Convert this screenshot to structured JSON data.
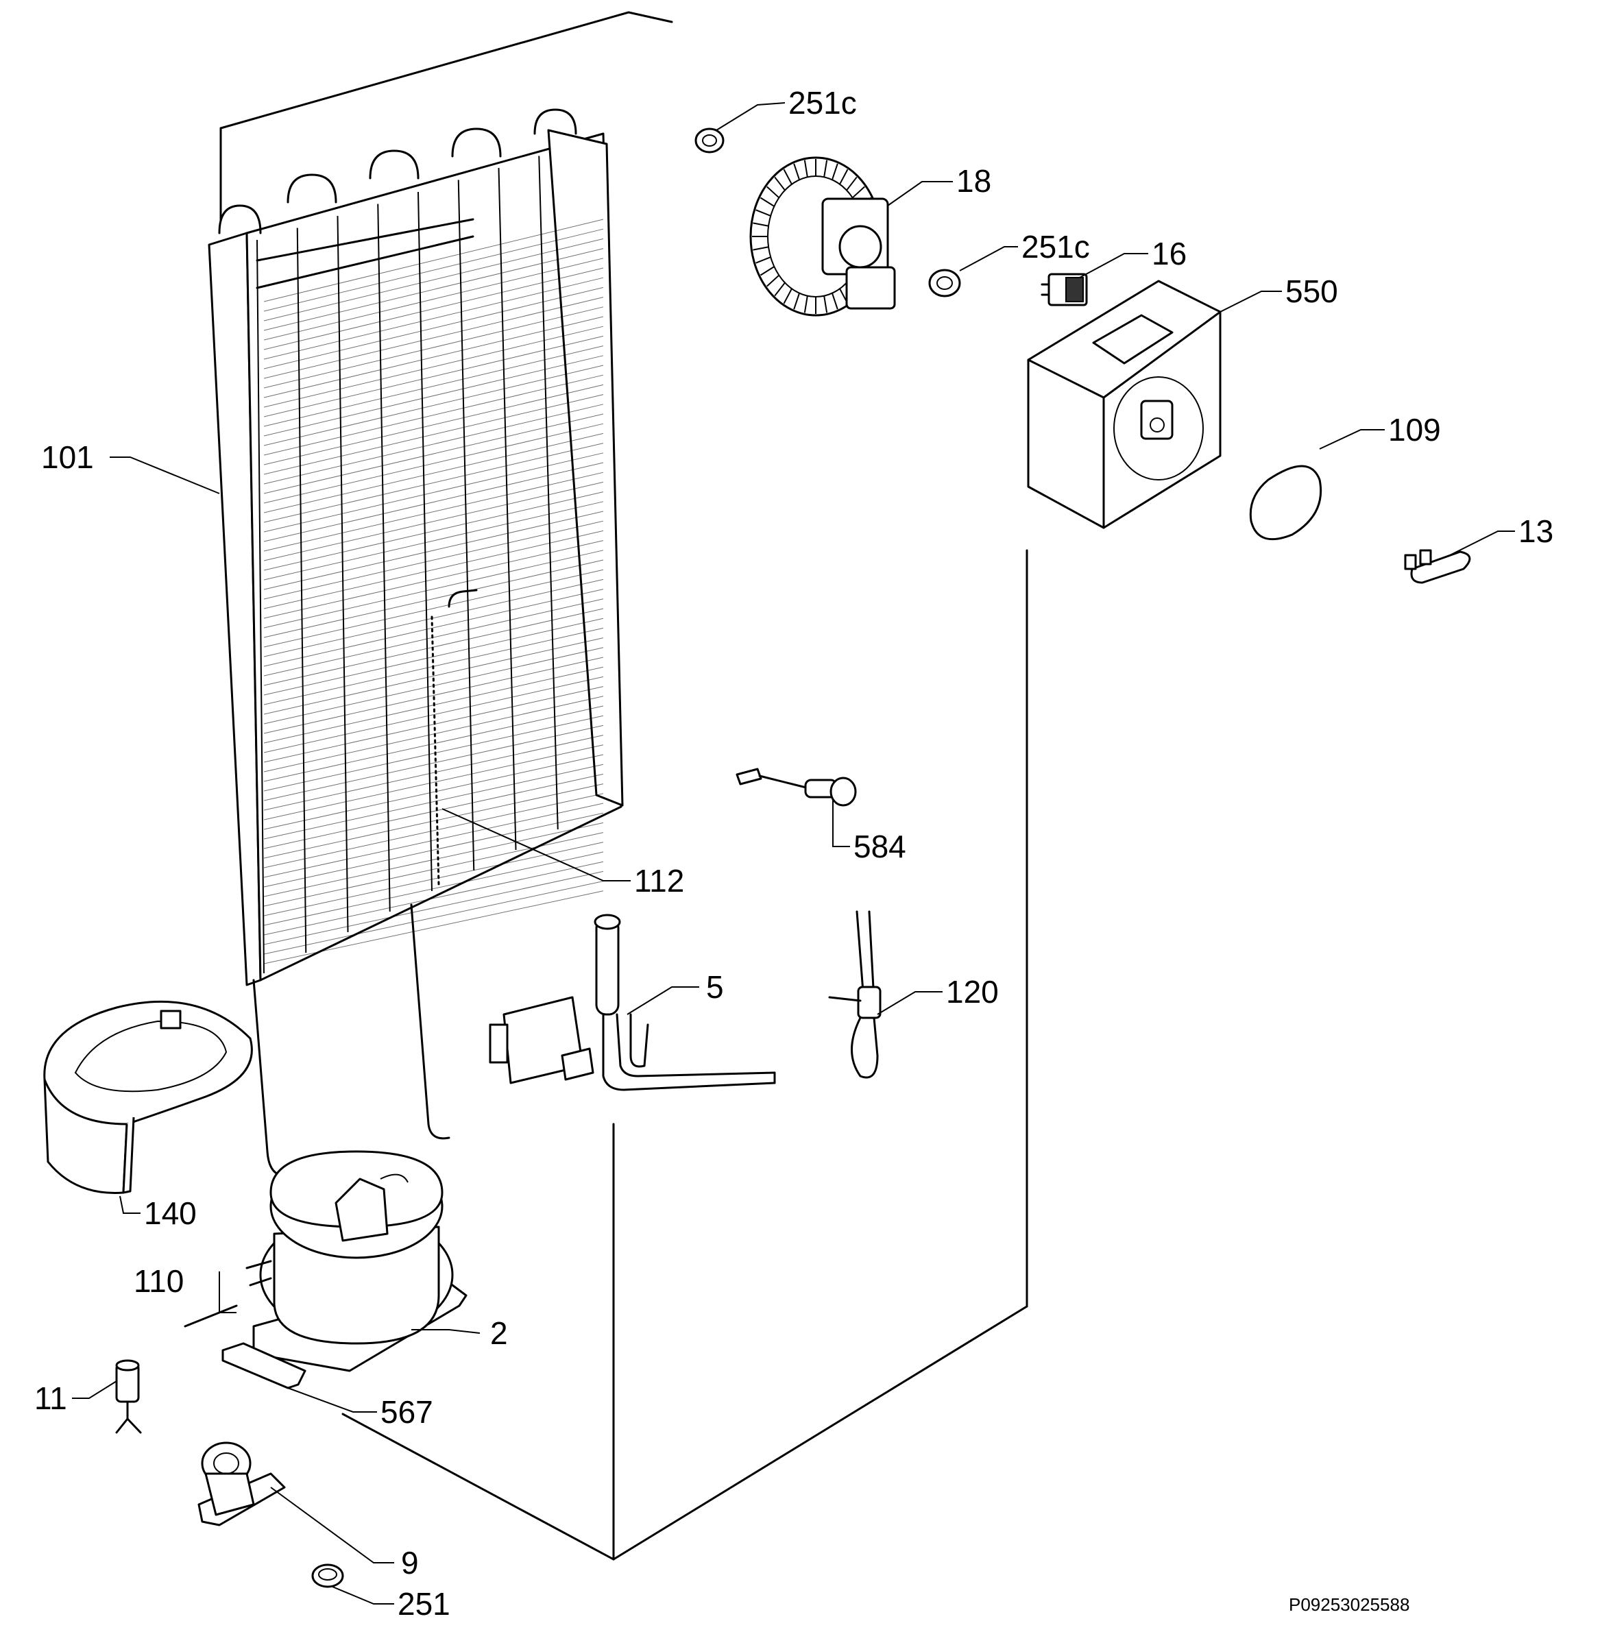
{
  "labels": {
    "l251c_a": "251c",
    "l18": "18",
    "l251c_b": "251c",
    "l16": "16",
    "l550": "550",
    "l109": "109",
    "l13": "13",
    "l101": "101",
    "l584": "584",
    "l112": "112",
    "l5": "5",
    "l120": "120",
    "l140": "140",
    "l110": "110",
    "l2": "2",
    "l11": "11",
    "l567": "567",
    "l9": "9",
    "l251": "251"
  },
  "drawing_code": "P09253025588"
}
